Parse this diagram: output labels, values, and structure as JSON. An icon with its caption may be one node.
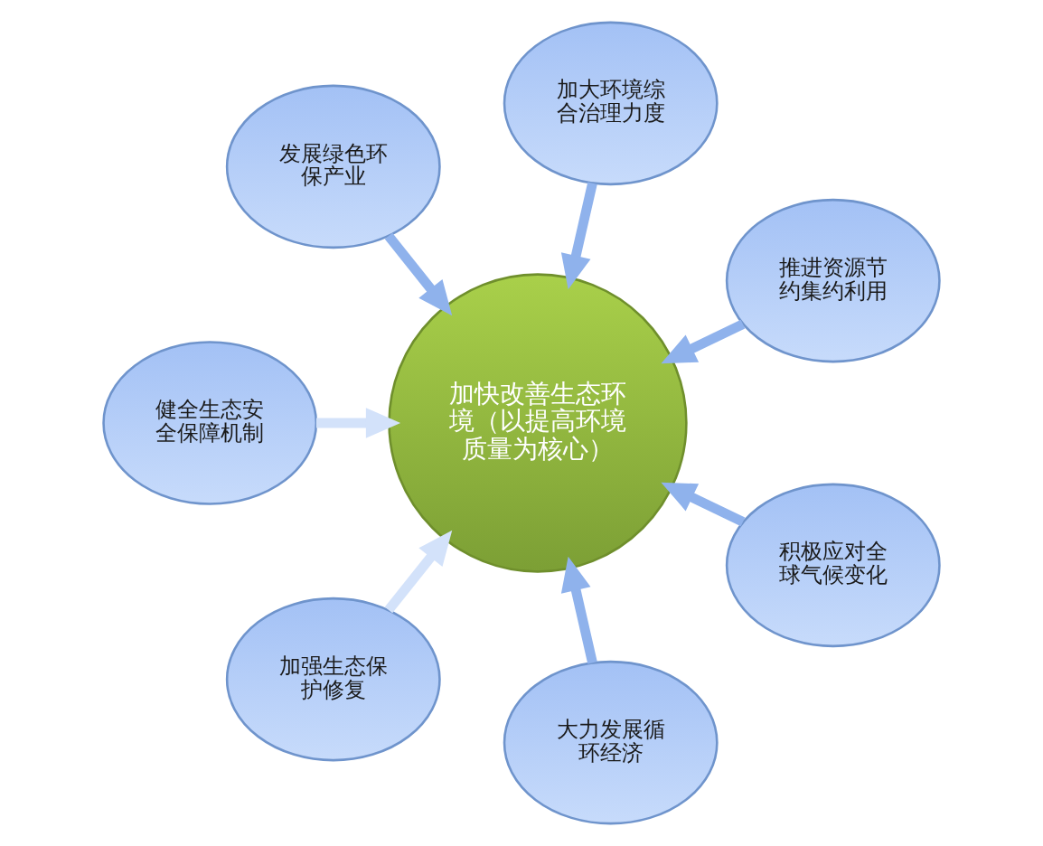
{
  "diagram": {
    "nodes": [
      {
        "text": [
          "加快改善生态环境（以提高环境质量为核心）"
        ]
      },
      {
        "text": [
          "加大环境综合治理力度"
        ]
      },
      {
        "text": [
          "推进资源节约集约利用"
        ]
      },
      {
        "text": [
          "积极应对全球气候变化"
        ]
      },
      {
        "text": [
          "大力发展循环经济"
        ]
      },
      {
        "text": [
          "加强生态保护修复"
        ]
      },
      {
        "text": [
          "健全生态安全保障机制"
        ]
      },
      {
        "text": [
          "发展绿色环保产业"
        ]
      }
    ],
    "edges": [
      {
        "from": 1,
        "to": 0,
        "arrow": "to"
      },
      {
        "from": 2,
        "to": 0,
        "arrow": "to"
      },
      {
        "from": 3,
        "to": 0,
        "arrow": "to"
      },
      {
        "from": 4,
        "to": 0,
        "arrow": "to"
      },
      {
        "from": 5,
        "to": 0,
        "arrow": "to",
        "color": "#d3e2fa"
      },
      {
        "from": 6,
        "to": 0,
        "arrow": "to",
        "color": "#d3e2fa"
      },
      {
        "from": 7,
        "to": 0,
        "arrow": "to"
      }
    ]
  }
}
